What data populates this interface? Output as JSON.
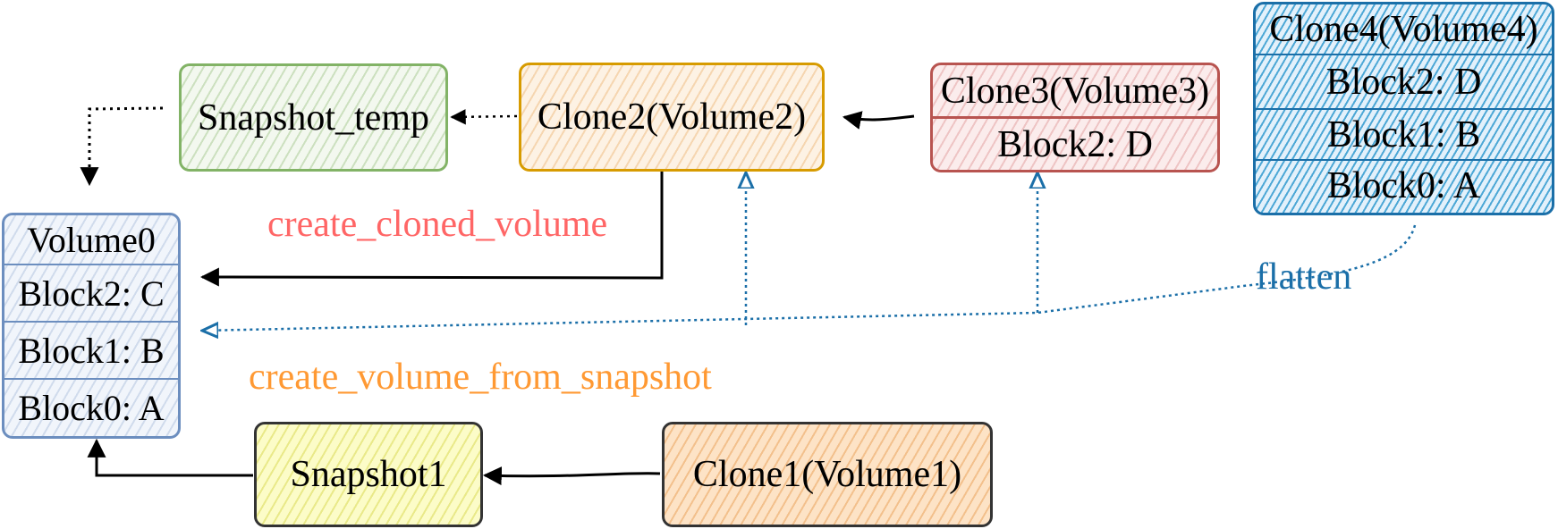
{
  "nodes": {
    "snapshot_temp": {
      "label": "Snapshot_temp",
      "border": "#82b366"
    },
    "clone2": {
      "label": "Clone2(Volume2)",
      "border": "#d79b00"
    },
    "clone3": {
      "title": "Clone3(Volume3)",
      "rows": [
        "Block2: D"
      ],
      "border": "#b85450"
    },
    "clone4": {
      "title": "Clone4(Volume4)",
      "rows": [
        "Block2: D",
        "Block1: B",
        "Block0: A"
      ],
      "border": "#1b6fa8"
    },
    "volume0": {
      "title": "Volume0",
      "rows": [
        "Block2: C",
        "Block1: B",
        "Block0: A"
      ],
      "border": "#6c8ebf"
    },
    "snapshot1": {
      "label": "Snapshot1",
      "border": "#333333"
    },
    "clone1": {
      "label": "Clone1(Volume1)",
      "border": "#333333"
    }
  },
  "edge_labels": {
    "create_cloned_volume": "create_cloned_volume",
    "create_volume_from_snapshot": "create_volume_from_snapshot",
    "flatten": "flatten"
  },
  "colors": {
    "create_cloned_volume": "#ff6666",
    "create_volume_from_snapshot": "#ff9933",
    "flatten": "#1b6fa8"
  }
}
